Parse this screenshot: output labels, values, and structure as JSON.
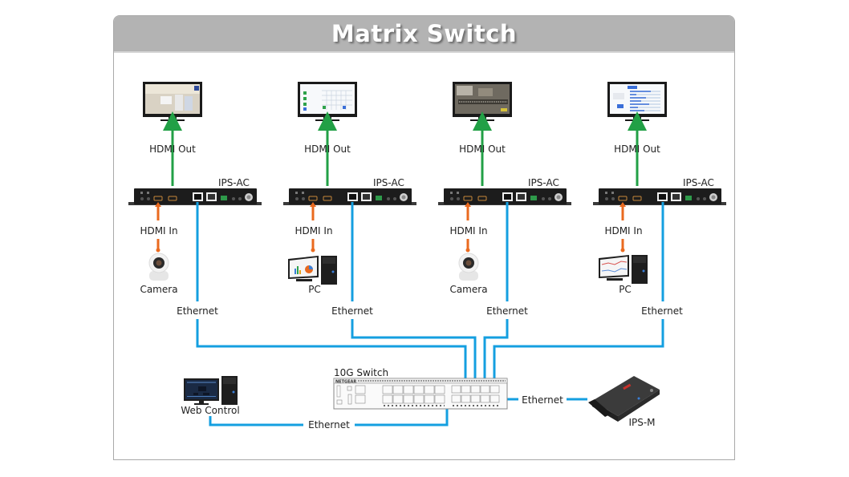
{
  "title": "Matrix Switch",
  "colors": {
    "hdmi_out": "#22a046",
    "hdmi_in": "#ea6a1f",
    "ethernet": "#149fe0",
    "title_bar": "#b3b3b3"
  },
  "columns": [
    {
      "device": "IPS-AC",
      "output_label": "HDMI Out",
      "input_label": "HDMI In",
      "source": "Camera",
      "source_icon": "camera-icon",
      "screen": "factory-video",
      "link_label": "Ethernet"
    },
    {
      "device": "IPS-AC",
      "output_label": "HDMI Out",
      "input_label": "HDMI In",
      "source": "PC",
      "source_icon": "pc-icon",
      "screen": "calendar-dashboard",
      "link_label": "Ethernet"
    },
    {
      "device": "IPS-AC",
      "output_label": "HDMI Out",
      "input_label": "HDMI In",
      "source": "Camera",
      "source_icon": "camera-icon",
      "screen": "production-line-video",
      "link_label": "Ethernet"
    },
    {
      "device": "IPS-AC",
      "output_label": "HDMI Out",
      "input_label": "HDMI In",
      "source": "PC",
      "source_icon": "pc-icon",
      "screen": "progress-dashboard",
      "link_label": "Ethernet"
    }
  ],
  "switch": {
    "label": "10G Switch",
    "brand": "NETGEAR"
  },
  "web_control": {
    "label": "Web Control",
    "link_label": "Ethernet"
  },
  "ips_m": {
    "label": "IPS-M",
    "link_label": "Ethernet"
  }
}
